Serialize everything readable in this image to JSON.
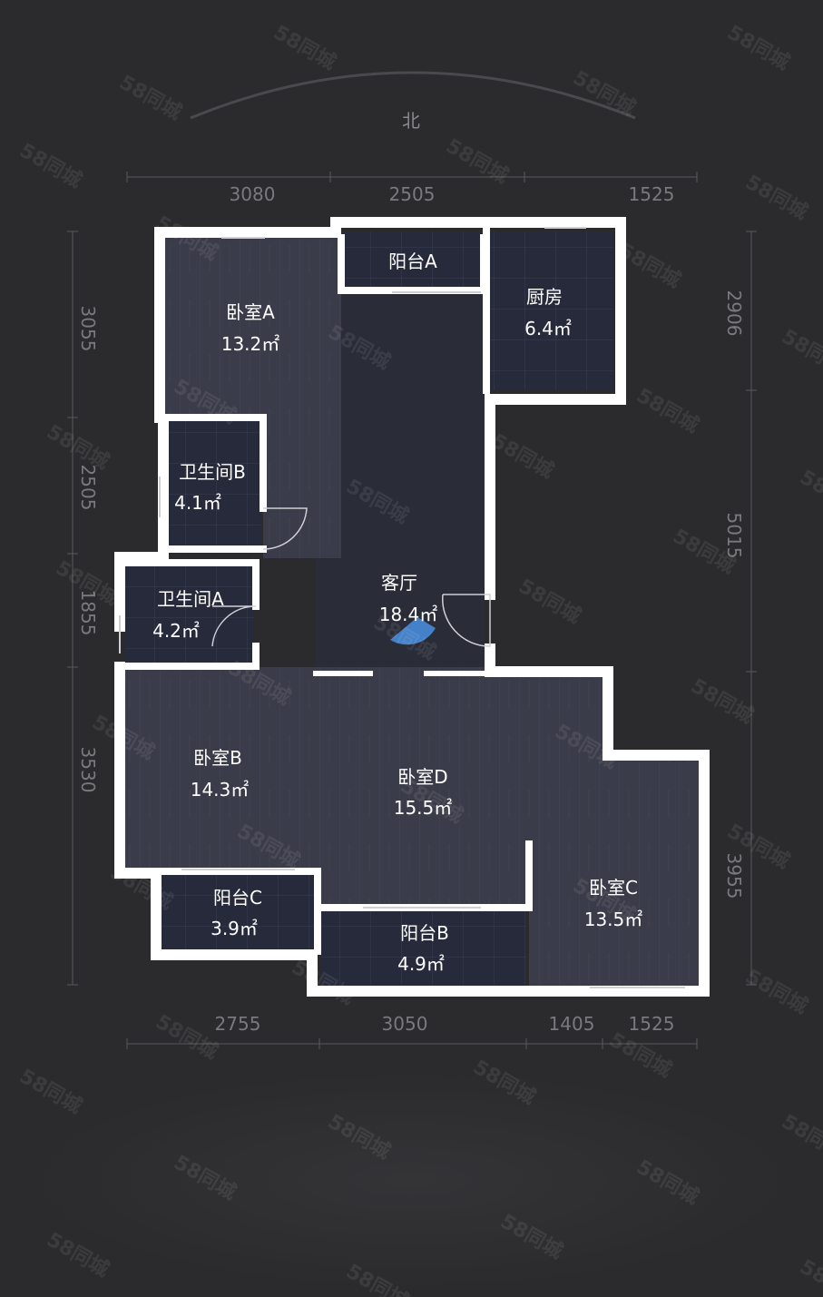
{
  "compass": {
    "label": "北"
  },
  "dimensions": {
    "top": [
      "3080",
      "2505",
      "1525"
    ],
    "bottom": [
      "2755",
      "3050",
      "1405",
      "1525"
    ],
    "left": [
      "3055",
      "2505",
      "1855",
      "3530"
    ],
    "right": [
      "2906",
      "5015",
      "3955"
    ]
  },
  "rooms": [
    {
      "id": "balcony-a",
      "name": "阳台A",
      "area": ""
    },
    {
      "id": "kitchen",
      "name": "厨房",
      "area": "6.4㎡"
    },
    {
      "id": "bedroom-a",
      "name": "卧室A",
      "area": "13.2㎡"
    },
    {
      "id": "bathroom-b",
      "name": "卫生间B",
      "area": "4.1㎡"
    },
    {
      "id": "bathroom-a",
      "name": "卫生间A",
      "area": "4.2㎡"
    },
    {
      "id": "living-room",
      "name": "客厅",
      "area": "18.4㎡"
    },
    {
      "id": "bedroom-b",
      "name": "卧室B",
      "area": "14.3㎡"
    },
    {
      "id": "bedroom-d",
      "name": "卧室D",
      "area": "15.5㎡"
    },
    {
      "id": "bedroom-c",
      "name": "卧室C",
      "area": "13.5㎡"
    },
    {
      "id": "balcony-c",
      "name": "阳台C",
      "area": "3.9㎡"
    },
    {
      "id": "balcony-b",
      "name": "阳台B",
      "area": "4.9㎡"
    }
  ],
  "watermark": {
    "text": "58同城"
  },
  "colors": {
    "background": "#2b2b2d",
    "wall": "#ffffff",
    "room_floor": "#3c3c48",
    "wet_room": "#262a3a",
    "living_floor": "#2a2c38",
    "dimension_text": "#7a7a7e",
    "label_text": "#ffffff",
    "viewpoint": "#4a90e2"
  }
}
